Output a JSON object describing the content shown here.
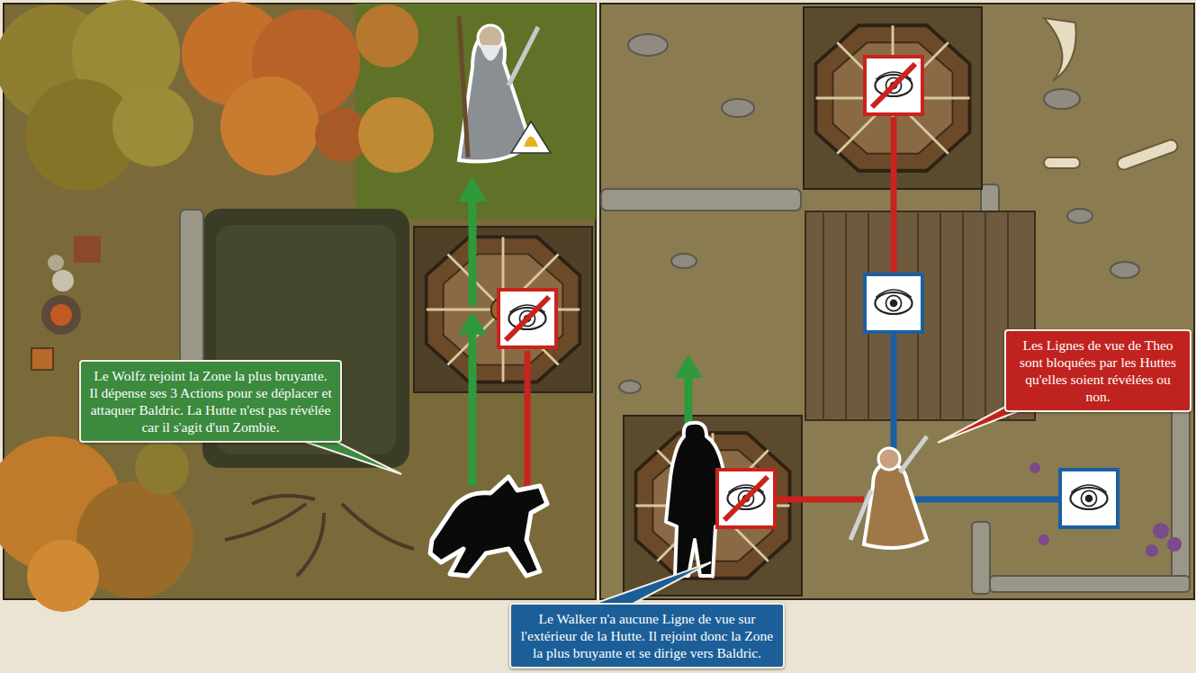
{
  "diagram": {
    "nodes": [
      {
        "text": [
          "Le Wolfz rejoint la Zone la plus bruyante. Il dépense ses 3 Actions pour se déplacer et attaquer Baldric. La Hutte n'est pas révélée car il s'agit d'un Zombie."
        ]
      },
      {
        "text": [
          "Les Lignes de vue de Theo sont bloquées par les Huttes qu'elles soient révélées ou non."
        ]
      },
      {
        "text": [
          "Le Walker n'a aucune Ligne de vue sur l'extérieur de la Hutte. Il rejoint donc la Zone la plus bruyante et se dirige vers Baldric."
        ]
      }
    ]
  }
}
